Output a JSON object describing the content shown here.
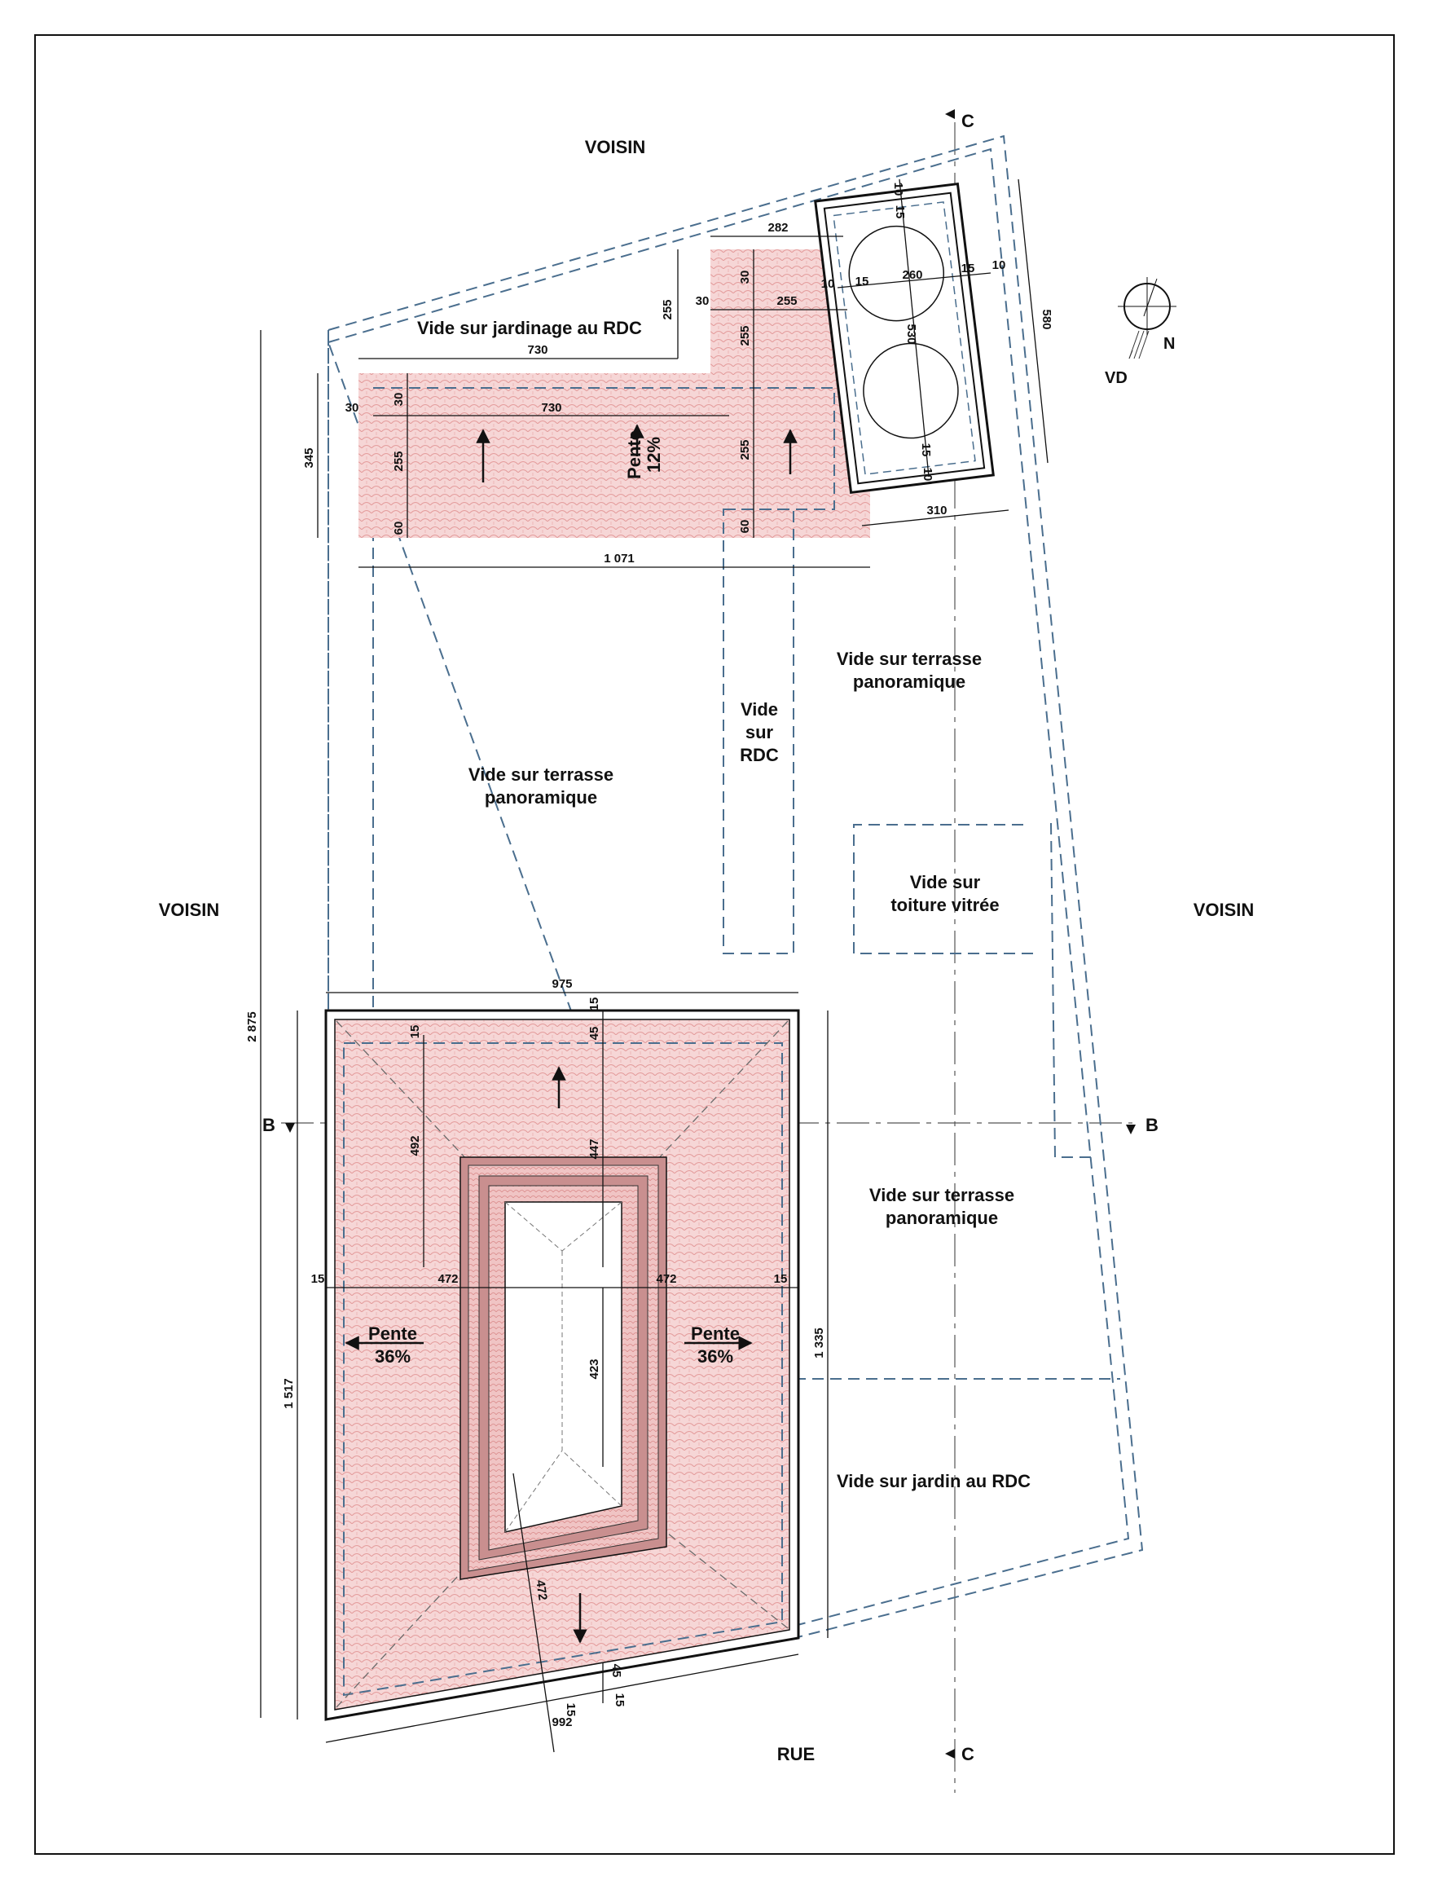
{
  "labels": {
    "voisin_top": "VOISIN",
    "voisin_left": "VOISIN",
    "voisin_right": "VOISIN",
    "rue": "RUE",
    "vide_jardinage": "Vide sur jardinage au RDC",
    "vide_terrasse_1_l1": "Vide sur terrasse",
    "vide_terrasse_1_l2": "panoramique",
    "vide_terrasse_2_l1": "Vide sur terrasse",
    "vide_terrasse_2_l2": "panoramique",
    "vide_terrasse_3_l1": "Vide sur terrasse",
    "vide_terrasse_3_l2": "panoramique",
    "vide_rdc_l1": "Vide",
    "vide_rdc_l2": "sur",
    "vide_rdc_l3": "RDC",
    "vide_toiture_l1": "Vide sur",
    "vide_toiture_l2": "toiture vitrée",
    "vide_jardin": "Vide sur jardin au RDC",
    "pente_word": "Pente",
    "pente_12": "12%",
    "pente_36": "36%",
    "section_b": "B",
    "section_c": "C",
    "compass_n": "N",
    "compass_vd": "VD"
  },
  "dimensions": {
    "d282": "282",
    "d255a": "255",
    "d30a": "30",
    "d255b": "255",
    "d730a": "730",
    "d30b": "30",
    "d730b": "730",
    "d345": "345",
    "d30c": "30",
    "d255c": "255",
    "d60a": "60",
    "d30d": "30",
    "d255d": "255",
    "d255e": "255",
    "d60b": "60",
    "d1071": "1 071",
    "d310": "310",
    "d10a": "10",
    "d15a": "15",
    "d260": "260",
    "d15b": "15",
    "d10b": "10",
    "d10c": "10",
    "d15c": "15",
    "d530": "530",
    "d15d": "15",
    "d10d": "10",
    "d580": "580",
    "d2875": "2 875",
    "d975": "975",
    "d15e": "15",
    "d45a": "45",
    "d15f": "15",
    "d492": "492",
    "d447": "447",
    "d15g": "15",
    "d472a": "472",
    "d472b": "472",
    "d15h": "15",
    "d423": "423",
    "d1335": "1 335",
    "d1517": "1 517",
    "d472c": "472",
    "d45b": "45",
    "d15i": "15",
    "d15j": "15",
    "d992": "992"
  },
  "colors": {
    "roof_tile": "#f6d6d6",
    "tile_line": "#e49b9b",
    "dashed_outline": "#4a6e8e",
    "ink": "#111111"
  }
}
